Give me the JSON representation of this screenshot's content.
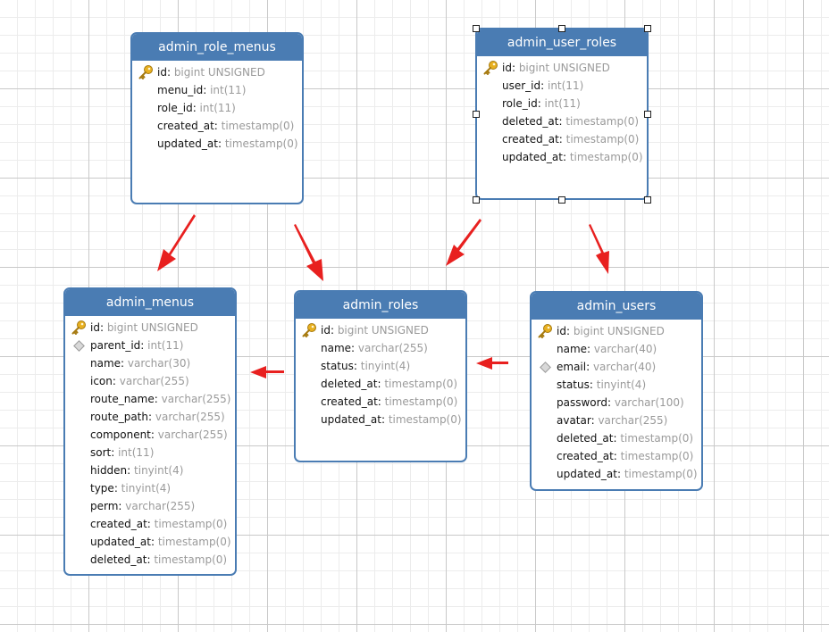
{
  "tables": [
    {
      "name": "admin_role_menus",
      "fields": [
        {
          "name": "id",
          "type": "bigint UNSIGNED",
          "icon": "key"
        },
        {
          "name": "menu_id",
          "type": "int(11)",
          "icon": ""
        },
        {
          "name": "role_id",
          "type": "int(11)",
          "icon": ""
        },
        {
          "name": "created_at",
          "type": "timestamp(0)",
          "icon": ""
        },
        {
          "name": "updated_at",
          "type": "timestamp(0)",
          "icon": ""
        }
      ]
    },
    {
      "name": "admin_user_roles",
      "fields": [
        {
          "name": "id",
          "type": "bigint UNSIGNED",
          "icon": "key"
        },
        {
          "name": "user_id",
          "type": "int(11)",
          "icon": ""
        },
        {
          "name": "role_id",
          "type": "int(11)",
          "icon": ""
        },
        {
          "name": "deleted_at",
          "type": "timestamp(0)",
          "icon": ""
        },
        {
          "name": "created_at",
          "type": "timestamp(0)",
          "icon": ""
        },
        {
          "name": "updated_at",
          "type": "timestamp(0)",
          "icon": ""
        }
      ]
    },
    {
      "name": "admin_menus",
      "fields": [
        {
          "name": "id",
          "type": "bigint UNSIGNED",
          "icon": "key"
        },
        {
          "name": "parent_id",
          "type": "int(11)",
          "icon": "index"
        },
        {
          "name": "name",
          "type": "varchar(30)",
          "icon": ""
        },
        {
          "name": "icon",
          "type": "varchar(255)",
          "icon": ""
        },
        {
          "name": "route_name",
          "type": "varchar(255)",
          "icon": ""
        },
        {
          "name": "route_path",
          "type": "varchar(255)",
          "icon": ""
        },
        {
          "name": "component",
          "type": "varchar(255)",
          "icon": ""
        },
        {
          "name": "sort",
          "type": "int(11)",
          "icon": ""
        },
        {
          "name": "hidden",
          "type": "tinyint(4)",
          "icon": ""
        },
        {
          "name": "type",
          "type": "tinyint(4)",
          "icon": ""
        },
        {
          "name": "perm",
          "type": "varchar(255)",
          "icon": ""
        },
        {
          "name": "created_at",
          "type": "timestamp(0)",
          "icon": ""
        },
        {
          "name": "updated_at",
          "type": "timestamp(0)",
          "icon": ""
        },
        {
          "name": "deleted_at",
          "type": "timestamp(0)",
          "icon": ""
        }
      ]
    },
    {
      "name": "admin_roles",
      "fields": [
        {
          "name": "id",
          "type": "bigint UNSIGNED",
          "icon": "key"
        },
        {
          "name": "name",
          "type": "varchar(255)",
          "icon": ""
        },
        {
          "name": "status",
          "type": "tinyint(4)",
          "icon": ""
        },
        {
          "name": "deleted_at",
          "type": "timestamp(0)",
          "icon": ""
        },
        {
          "name": "created_at",
          "type": "timestamp(0)",
          "icon": ""
        },
        {
          "name": "updated_at",
          "type": "timestamp(0)",
          "icon": ""
        }
      ]
    },
    {
      "name": "admin_users",
      "fields": [
        {
          "name": "id",
          "type": "bigint UNSIGNED",
          "icon": "key"
        },
        {
          "name": "name",
          "type": "varchar(40)",
          "icon": ""
        },
        {
          "name": "email",
          "type": "varchar(40)",
          "icon": "index"
        },
        {
          "name": "status",
          "type": "tinyint(4)",
          "icon": ""
        },
        {
          "name": "password",
          "type": "varchar(100)",
          "icon": ""
        },
        {
          "name": "avatar",
          "type": "varchar(255)",
          "icon": ""
        },
        {
          "name": "deleted_at",
          "type": "timestamp(0)",
          "icon": ""
        },
        {
          "name": "created_at",
          "type": "timestamp(0)",
          "icon": ""
        },
        {
          "name": "updated_at",
          "type": "timestamp(0)",
          "icon": ""
        }
      ]
    }
  ],
  "colors": {
    "header": "#4a7cb3",
    "arrow": "#e8201f",
    "field_type": "#9a9a9a",
    "key": "#e8b020"
  }
}
